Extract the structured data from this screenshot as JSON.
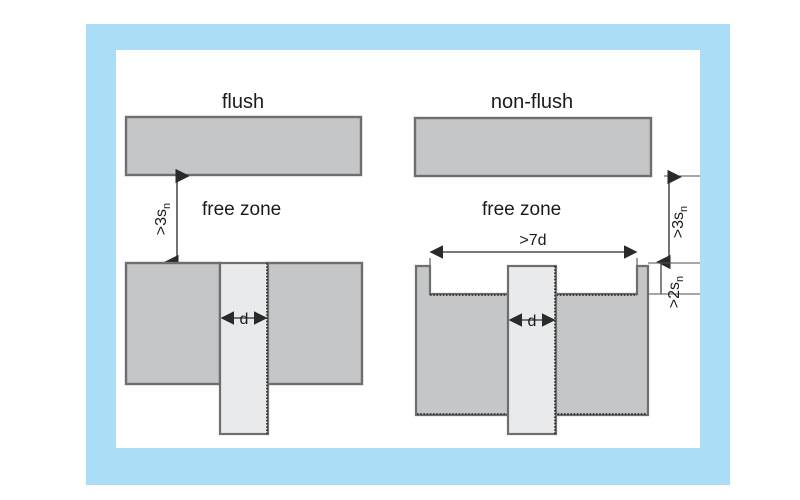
{
  "figure": {
    "title_left": "flush",
    "title_right": "non-flush",
    "free_zone_left": "free zone",
    "free_zone_right": "free zone",
    "frame_color": "#aadef7",
    "panel_color": "#ffffff",
    "body_fill": "#c5c6c8",
    "target_fill": "#e9eaec",
    "outline_color": "#6e6e6e",
    "dim_color": "#4f4f4f",
    "text_color": "#1b1b1b"
  },
  "dimensions": {
    "clearance_left": {
      "prefix": ">3",
      "symbol": "s",
      "subscript": "n",
      "full": ">3sn",
      "orientation": "vertical"
    },
    "clearance_right": {
      "prefix": ">3",
      "symbol": "s",
      "subscript": "n",
      "full": ">3sn",
      "orientation": "vertical"
    },
    "recess_depth": {
      "prefix": ">2",
      "symbol": "s",
      "subscript": "n",
      "full": ">2sn",
      "orientation": "vertical"
    },
    "recess_width": {
      "full": ">7d",
      "orientation": "horizontal"
    },
    "sensor_diameter_left": {
      "full": "d",
      "orientation": "horizontal"
    },
    "sensor_diameter_right": {
      "full": "d",
      "orientation": "horizontal"
    }
  }
}
